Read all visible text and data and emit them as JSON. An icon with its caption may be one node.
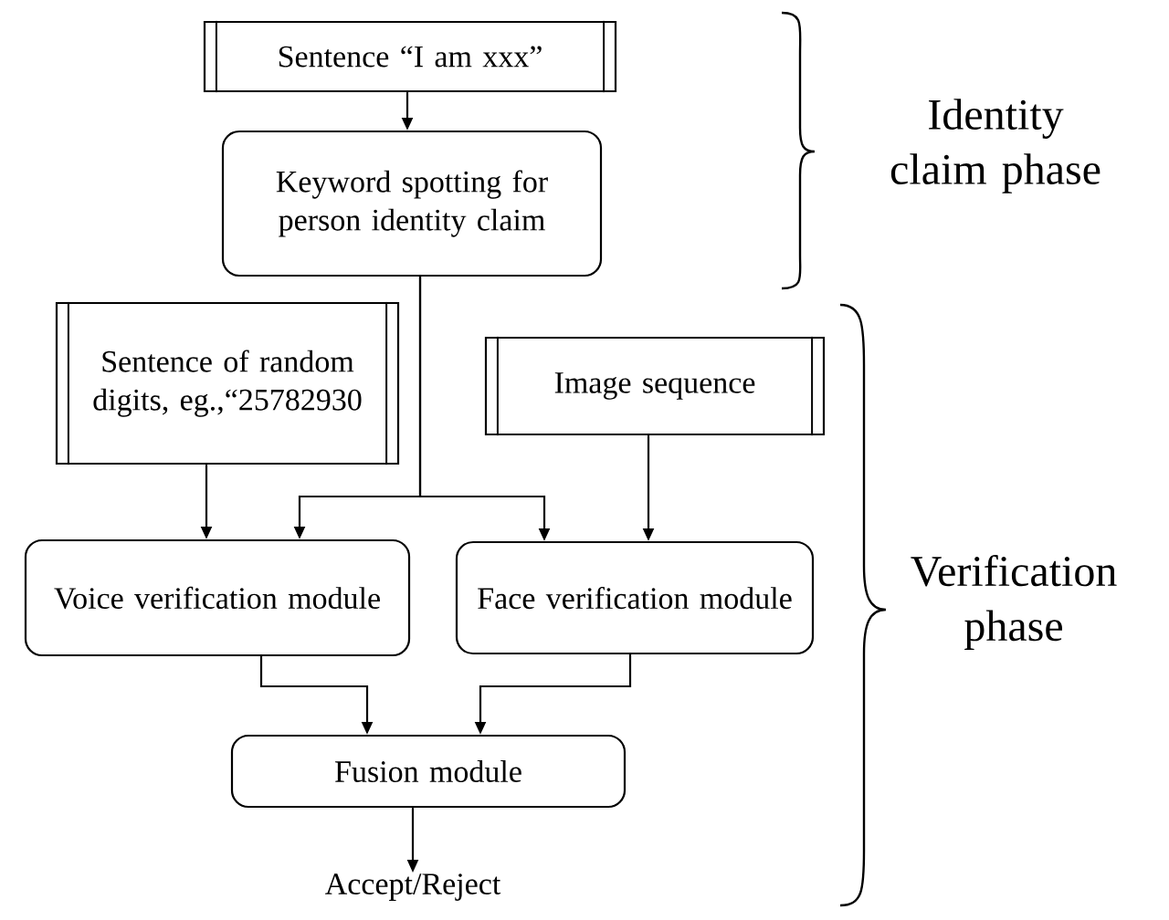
{
  "diagram": {
    "nodes": [
      {
        "text": [
          "Sentence “I am xxx”"
        ]
      },
      {
        "text": [
          "Keyword spotting for person identity claim"
        ]
      },
      {
        "text": [
          "Sentence of random digits, eg.,“25782930"
        ]
      },
      {
        "text": [
          "Image sequence"
        ]
      },
      {
        "text": [
          "Voice verification module"
        ]
      },
      {
        "text": [
          "Face verification module"
        ]
      },
      {
        "text": [
          "Fusion module"
        ]
      },
      {
        "text": [
          "Accept/Reject"
        ]
      }
    ],
    "edges": [
      {
        "from": 0,
        "to": 1,
        "arrow": "to"
      },
      {
        "from": 1,
        "to": 4,
        "arrow": "to"
      },
      {
        "from": 1,
        "to": 5,
        "arrow": "to"
      },
      {
        "from": 2,
        "to": 4,
        "arrow": "to"
      },
      {
        "from": 3,
        "to": 5,
        "arrow": "to"
      },
      {
        "from": 4,
        "to": 6,
        "arrow": "to"
      },
      {
        "from": 5,
        "to": 6,
        "arrow": "to"
      },
      {
        "from": 6,
        "to": 7,
        "arrow": "to"
      }
    ],
    "labels": [
      "Identity claim phase",
      "Verification phase"
    ]
  }
}
